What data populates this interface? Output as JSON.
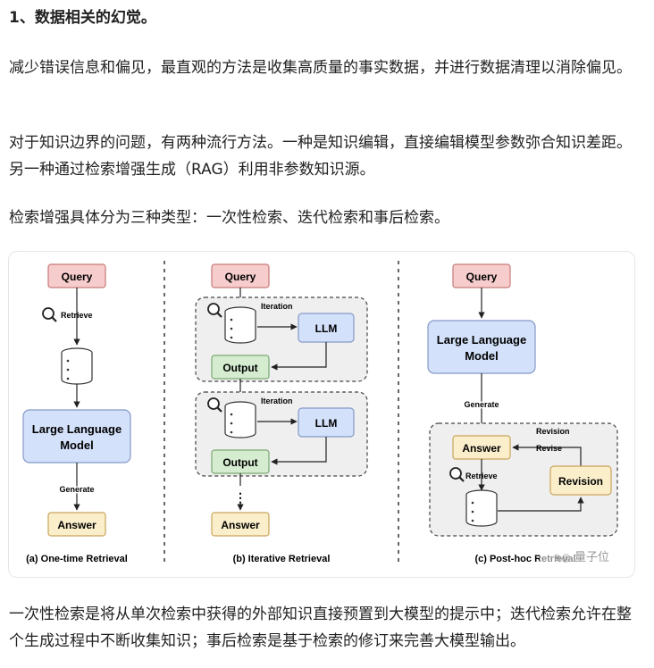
{
  "heading": "1、数据相关的幻觉。",
  "paragraphs": [
    "减少错误信息和偏见，最直观的方法是收集高质量的事实数据，并进行数据清理以消除偏见。",
    "对于知识边界的问题，有两种流行方法。一种是知识编辑，直接编辑模型参数弥合知识差距。另一种通过检索增强生成（RAG）利用非参数知识源。",
    "检索增强具体分为三种类型：一次性检索、迭代检索和事后检索。",
    "一次性检索是将从单次检索中获得的外部知识直接预置到大模型的提示中；迭代检索允许在整个生成过程中不断收集知识；事后检索是基于检索的修订来完善大模型输出。"
  ],
  "figure": {
    "panel_a": {
      "caption": "(a) One-time Retrieval",
      "query": "Query",
      "retrieve": "Retrieve",
      "llm_line1": "Large Language",
      "llm_line2": "Model",
      "generate": "Generate",
      "answer": "Answer"
    },
    "panel_b": {
      "caption": "(b) Iterative Retrieval",
      "query": "Query",
      "iteration": "Iteration",
      "llm": "LLM",
      "output": "Output",
      "ellipsis": "⋮",
      "answer": "Answer"
    },
    "panel_c": {
      "caption": "(c) Post-hoc Retrieval",
      "query": "Query",
      "llm_line1": "Large Language",
      "llm_line2": "Model",
      "generate": "Generate",
      "revision_label": "Revision",
      "answer": "Answer",
      "revise": "Revise",
      "revision_box": "Revision",
      "retrieve": "Retrieve"
    },
    "watermark": "量子位"
  }
}
